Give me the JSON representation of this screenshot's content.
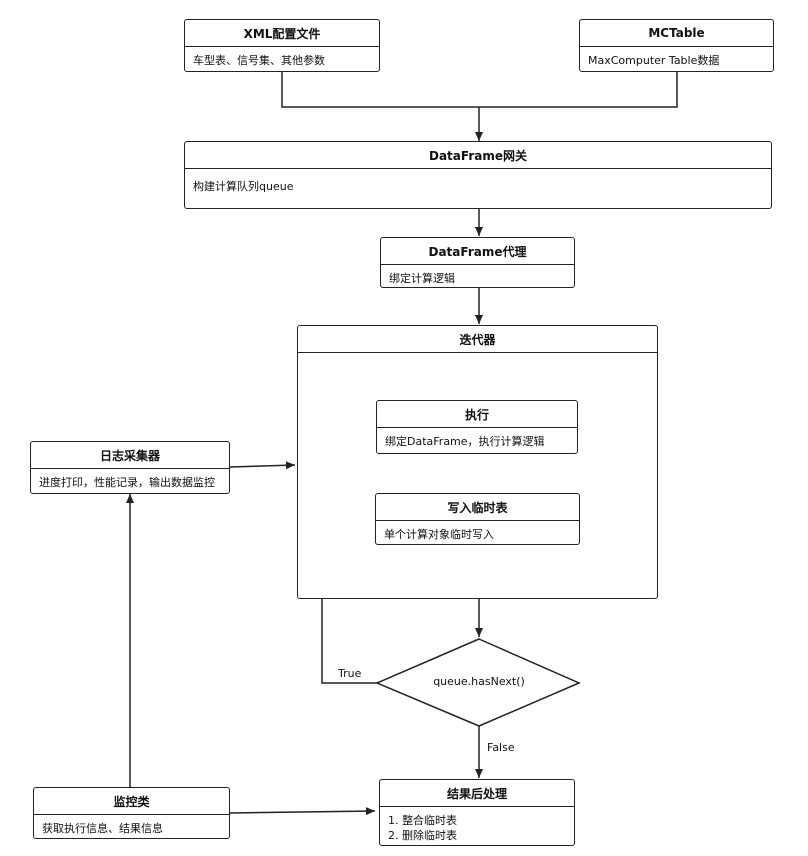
{
  "nodes": {
    "xml": {
      "title": "XML配置文件",
      "lines": [
        "车型表、信号集、其他参数"
      ]
    },
    "mctable": {
      "title": "MCTable",
      "lines": [
        "MaxComputer Table数据"
      ]
    },
    "gateway": {
      "title": "DataFrame网关",
      "lines": [
        "构建计算队列queue"
      ]
    },
    "proxy": {
      "title": "DataFrame代理",
      "lines": [
        "绑定计算逻辑"
      ]
    },
    "iterator": {
      "title": "迭代器",
      "lines": []
    },
    "execute": {
      "title": "执行",
      "lines": [
        "绑定DataFrame，执行计算逻辑"
      ]
    },
    "writetemp": {
      "title": "写入临时表",
      "lines": [
        "单个计算对象临时写入"
      ]
    },
    "logger": {
      "title": "日志采集器",
      "lines": [
        "进度打印，性能记录，输出数据监控"
      ]
    },
    "monitor": {
      "title": "监控类",
      "lines": [
        "获取执行信息、结果信息"
      ]
    },
    "post": {
      "title": "结果后处理",
      "lines": [
        "1. 整合临时表",
        "2. 删除临时表"
      ]
    }
  },
  "decision": {
    "label": "queue.hasNext()"
  },
  "edge_labels": {
    "true": "True",
    "false": "False"
  }
}
